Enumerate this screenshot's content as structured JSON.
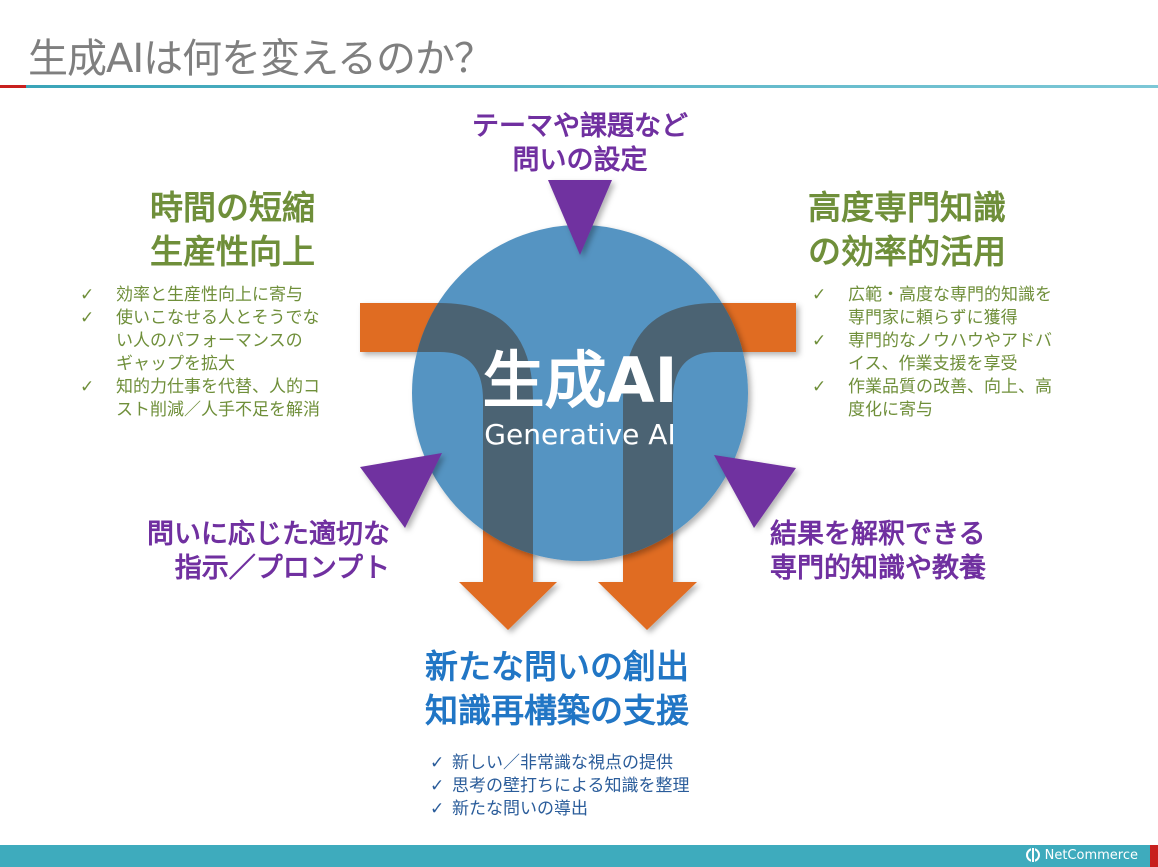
{
  "title": "生成AIは何を変えるのか？",
  "colors": {
    "green": "#6f8f3a",
    "purple": "#7030a0",
    "blue_circle": "#5594c2",
    "orange": "#e06c22",
    "title_blue": "#2176c5",
    "footer": "#3eabbd",
    "accent_red": "#c8201e"
  },
  "center": {
    "title": "生成AI",
    "subtitle": "Generative AI"
  },
  "top_input": {
    "text": "テーマや課題など\n問いの設定"
  },
  "left_input": {
    "text": "問いに応じた適切な\n指示／プロンプト"
  },
  "right_input": {
    "text": "結果を解釈できる\n専門的知識や教養"
  },
  "left_output": {
    "heading": "時間の短縮\n生産性向上",
    "bullets": [
      "効率と生産性向上に寄与",
      "使いこなせる人とそうでな\nい人のパフォーマンスの\nギャップを拡大",
      "知的力仕事を代替、人的コ\nスト削減／人手不足を解消"
    ]
  },
  "right_output": {
    "heading": "高度専門知識\nの効率的活用",
    "bullets": [
      "広範・高度な専門的知識を\n専門家に頼らずに獲得",
      "専門的なノウハウやアドバ\nイス、作業支援を享受",
      "作業品質の改善、向上、高\n度化に寄与"
    ]
  },
  "bottom_output": {
    "heading": "新たな問いの創出\n知識再構築の支援",
    "bullets": [
      "新しい／非常識な視点の提供",
      "思考の壁打ちによる知識を整理",
      "新たな問いの導出"
    ]
  },
  "check_mark": "✓",
  "footer": {
    "logo_text": "NetCommerce",
    "logo_icon": "netcommerce-logo-icon"
  }
}
